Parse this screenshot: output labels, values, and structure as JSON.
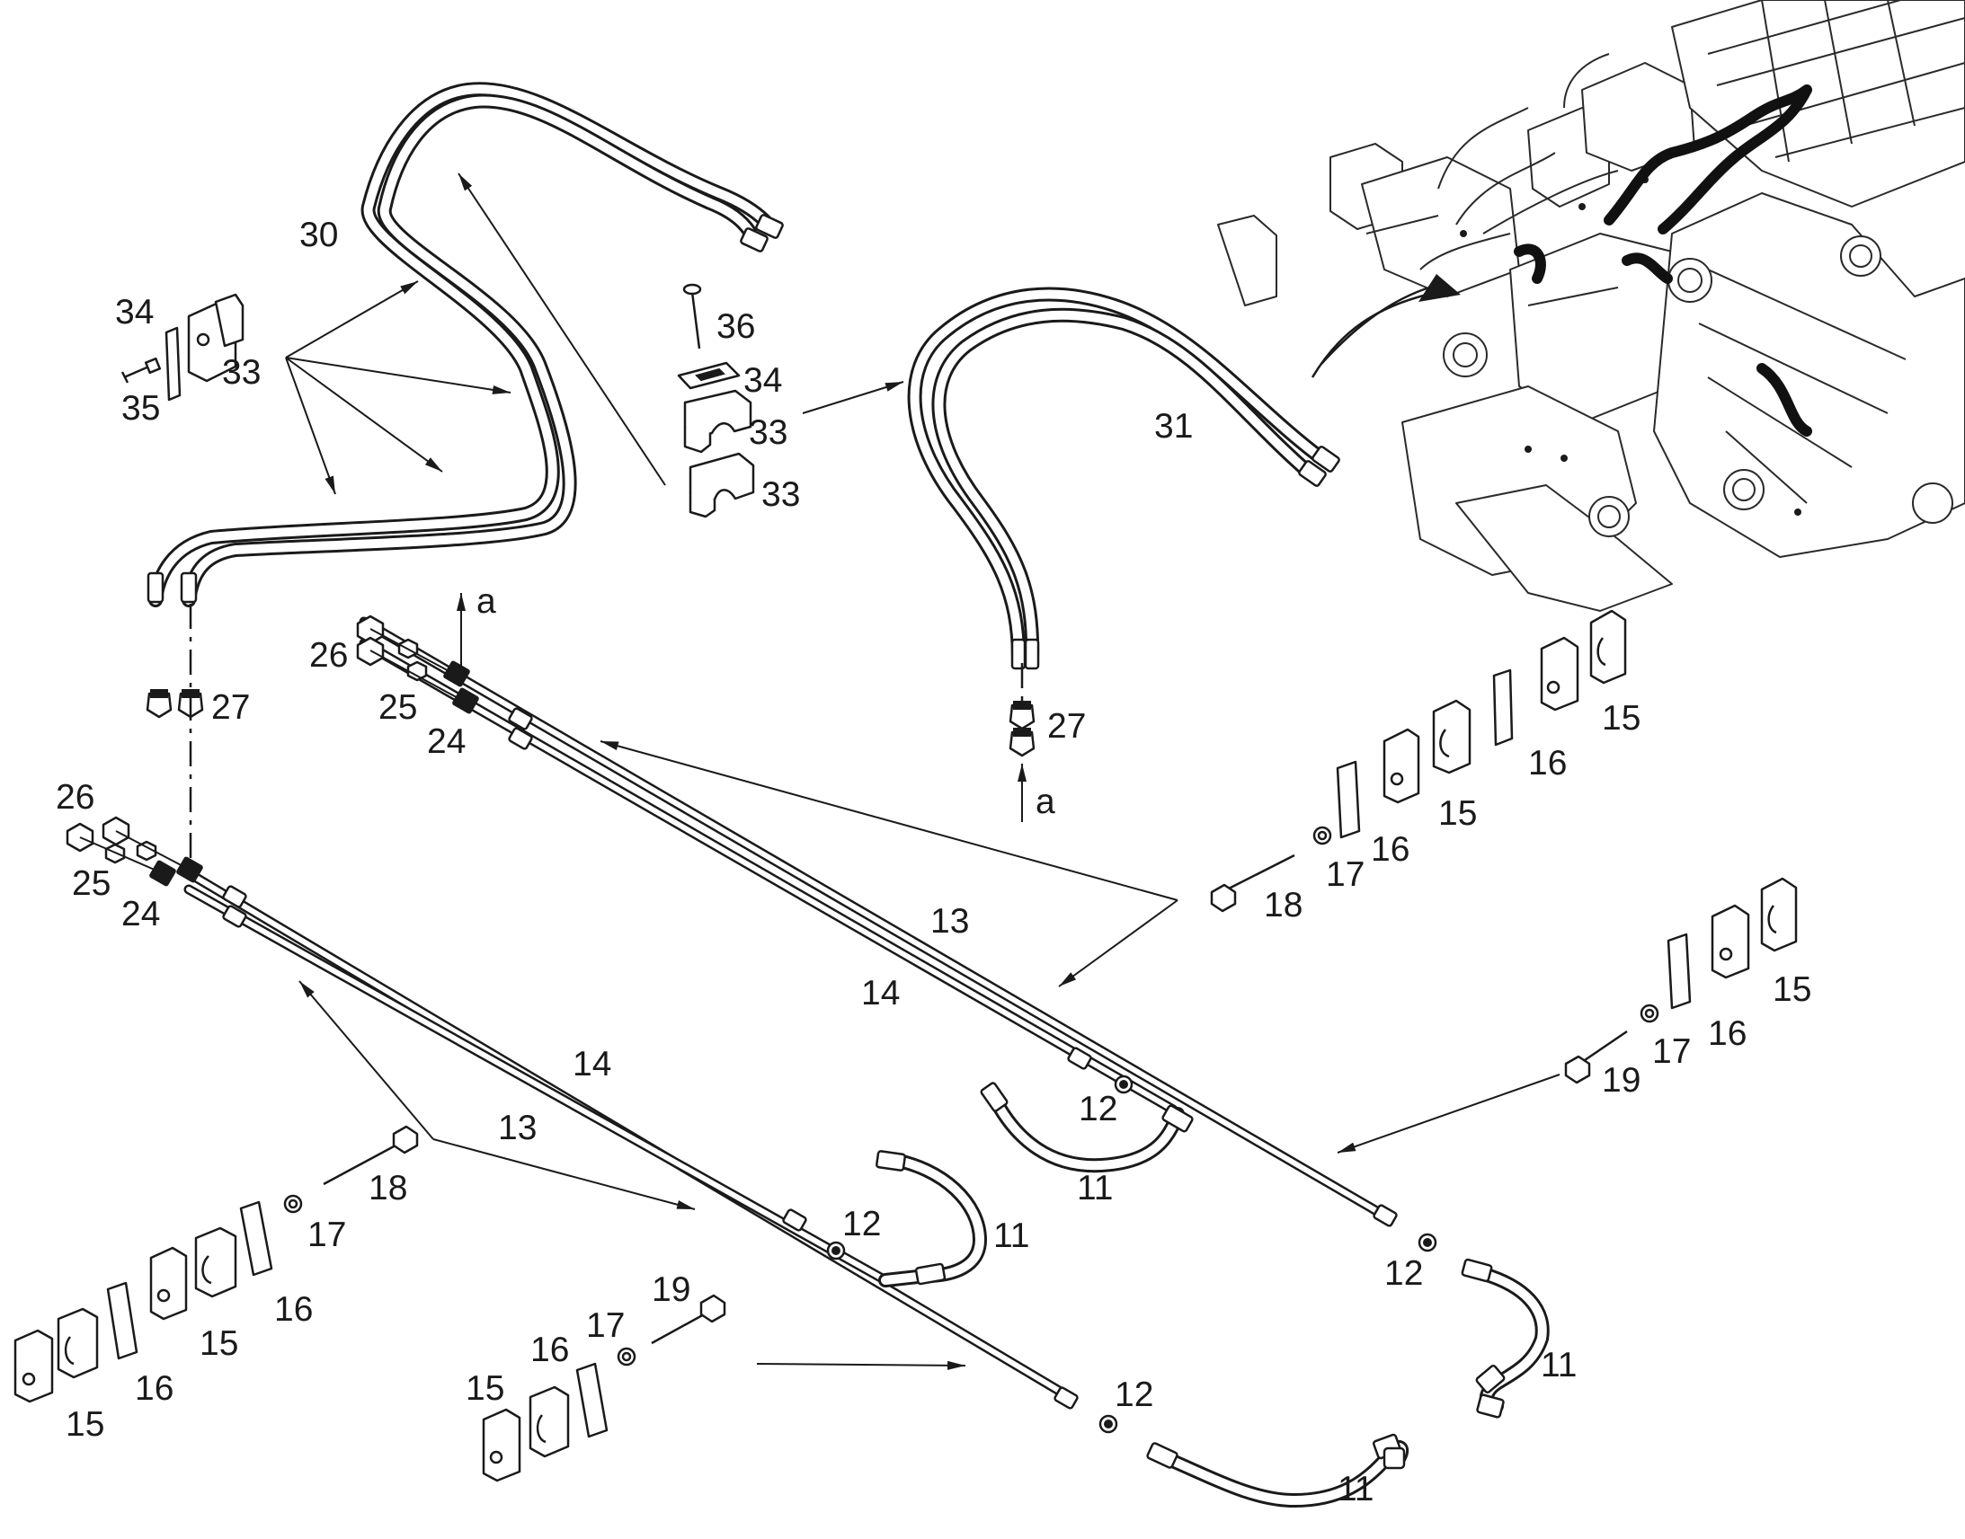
{
  "labels": {
    "l30": "30",
    "l34a": "34",
    "l33a": "33",
    "l35": "35",
    "l36": "36",
    "l34b": "34",
    "l33b": "33",
    "l33c": "33",
    "l31": "31",
    "l27a": "27",
    "l27b": "27",
    "la_top": "a",
    "la_bottom": "a",
    "l26a": "26",
    "l25a": "25",
    "l24a": "24",
    "l26b": "26",
    "l25b": "25",
    "l24b": "24",
    "l13a": "13",
    "l14a": "14",
    "l14b": "14",
    "l13b": "13",
    "l15a": "15",
    "l16a": "16",
    "l15b": "15",
    "l16b": "16",
    "l17a": "17",
    "l18a": "18",
    "l15c": "15",
    "l16c": "16",
    "l15d": "15",
    "l16d": "16",
    "l17b": "17",
    "l18b": "18",
    "l15e": "15",
    "l16e": "16",
    "l17c": "17",
    "l19a": "19",
    "l15f": "15",
    "l16f": "16",
    "l17d": "17",
    "l19b": "19",
    "l12a": "12",
    "l12b": "12",
    "l12c": "12",
    "l12d": "12",
    "l11a": "11",
    "l11b": "11",
    "l11c": "11",
    "l11d": "11"
  },
  "colors": {
    "line": "#1a1a1a",
    "background": "#ffffff"
  },
  "icons": {
    "arrowhead": "arrowhead-icon",
    "clamp": "clamp-half-icon",
    "plate": "plate-icon",
    "bolt": "bolt-icon",
    "washer": "washer-icon",
    "nut": "nut-icon"
  }
}
